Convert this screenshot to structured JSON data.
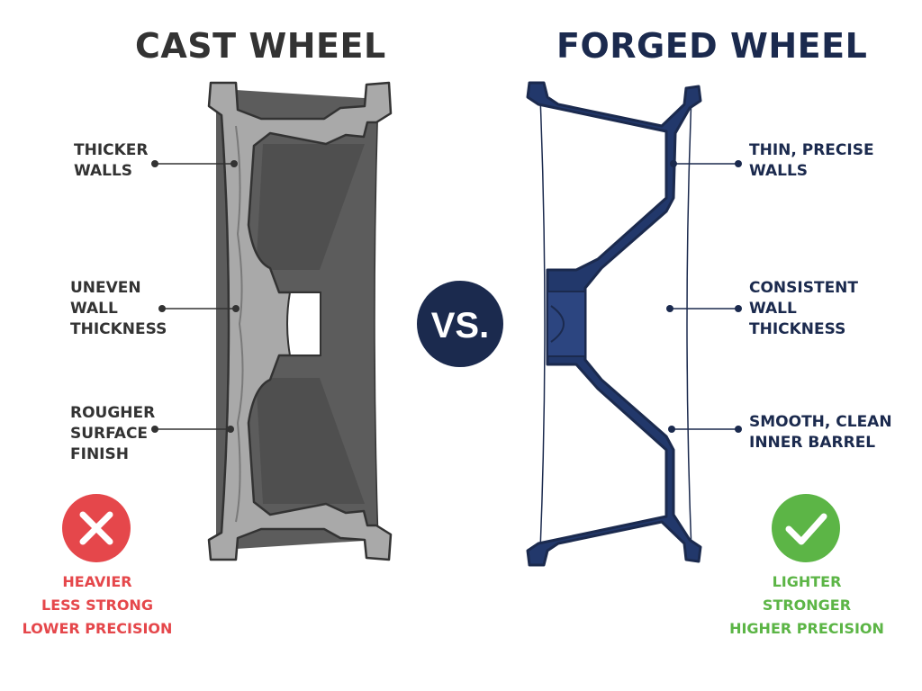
{
  "titles": {
    "cast": "CAST WHEEL",
    "forged": "FORGED WHEEL"
  },
  "vs_badge": "VS.",
  "cast_callouts": [
    {
      "lines": [
        "THICKER",
        "WALLS"
      ]
    },
    {
      "lines": [
        "UNEVEN",
        "WALL",
        "THICKNESS"
      ]
    },
    {
      "lines": [
        "ROUGHER",
        "SURFACE",
        "FINISH"
      ]
    }
  ],
  "forged_callouts": [
    {
      "lines": [
        "THIN, PRECISE",
        "WALLS"
      ]
    },
    {
      "lines": [
        "CONSISTENT",
        "WALL",
        "THICKNESS"
      ]
    },
    {
      "lines": [
        "SMOOTH, CLEAN",
        "INNER BARREL"
      ]
    }
  ],
  "cast_outcome": {
    "icon": "x-icon",
    "lines": [
      "HEAVIER",
      "LESS STRONG",
      "LOWER PRECISION"
    ]
  },
  "forged_outcome": {
    "icon": "check-icon",
    "lines": [
      "LIGHTER",
      "STRONGER",
      "HIGHER PRECISION"
    ]
  },
  "colors": {
    "cast_dark": "#333333",
    "cast_metal_light": "#a9a9a9",
    "cast_metal_dark": "#5c5c5c",
    "forged_navy": "#1b2a4e",
    "forged_fill": "#22386b",
    "negative_red": "#e5474b",
    "positive_green": "#5cb546"
  }
}
